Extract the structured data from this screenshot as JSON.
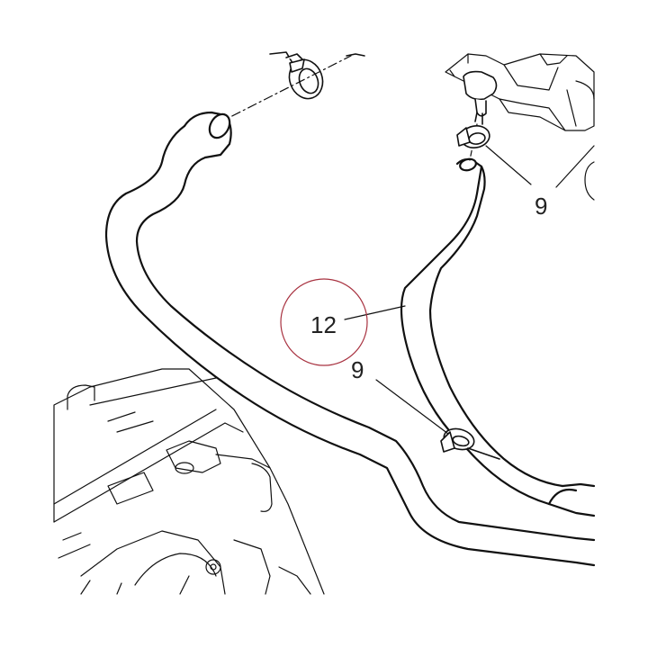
{
  "diagram": {
    "callouts": [
      {
        "id": "callout-12",
        "text": "12"
      },
      {
        "id": "callout-9-upper",
        "text": "9"
      },
      {
        "id": "callout-9-lower",
        "text": "9"
      }
    ],
    "highlight_color": "#a83240"
  }
}
